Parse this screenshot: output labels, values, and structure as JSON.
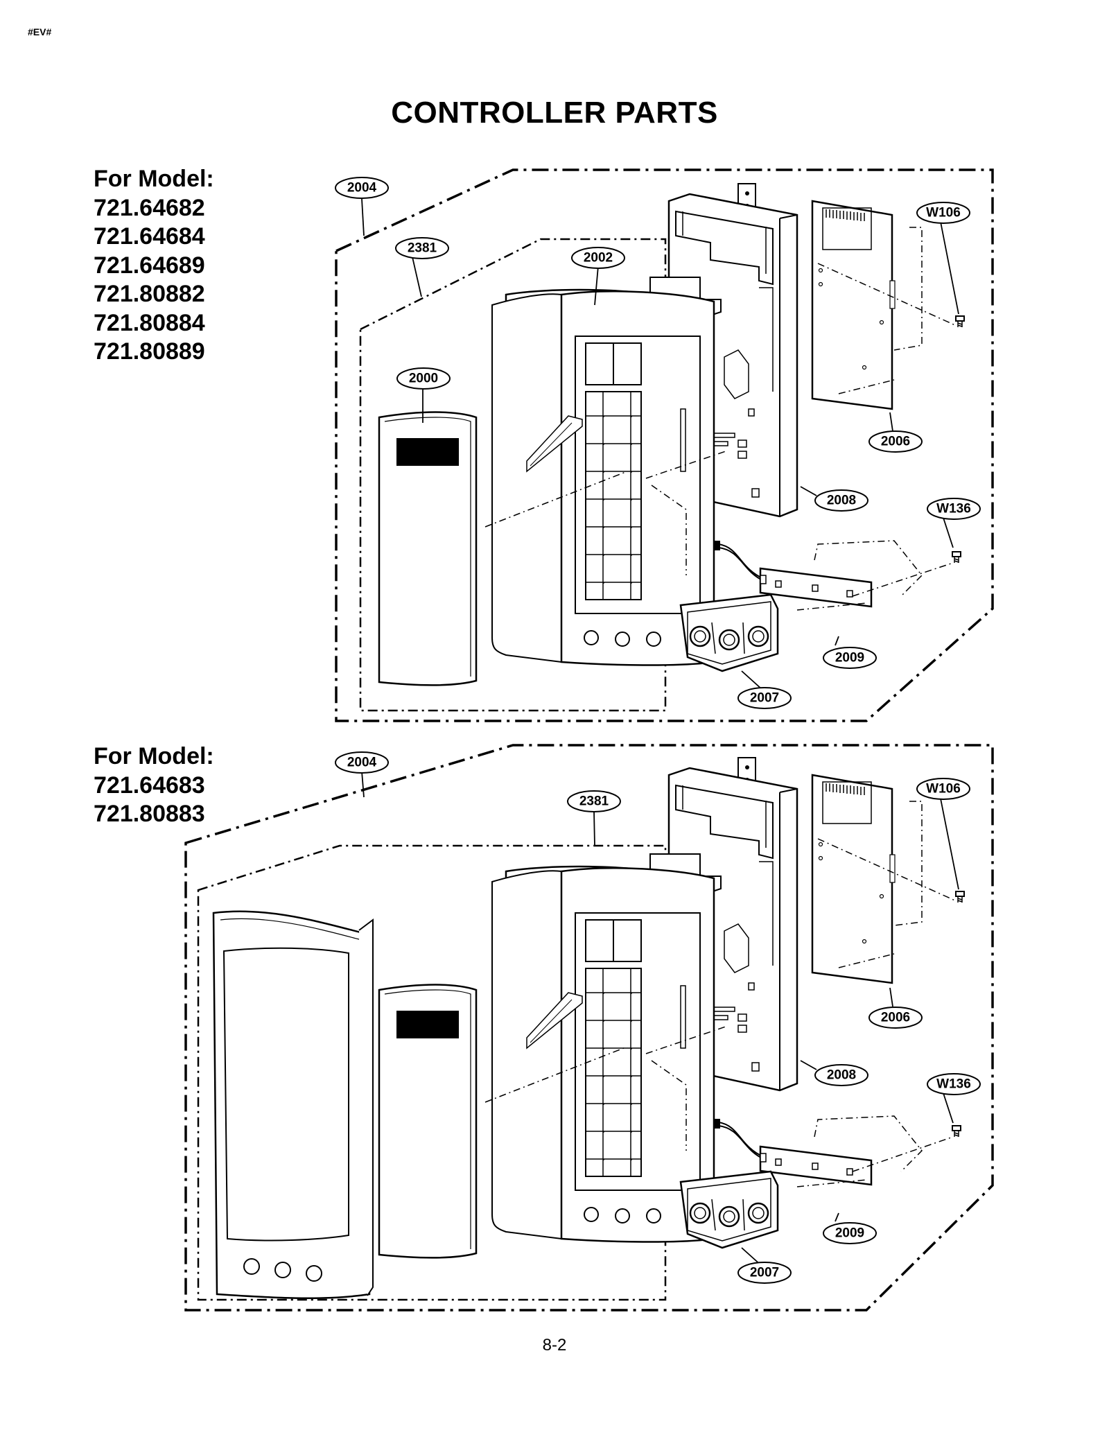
{
  "header": {
    "tag": "#EV#",
    "title": "CONTROLLER PARTS"
  },
  "groups": [
    {
      "heading": "For Model:",
      "models": [
        "721.64682",
        "721.64684",
        "721.64689",
        "721.80882",
        "721.80884",
        "721.80889"
      ],
      "callouts": [
        "2004",
        "2381",
        "2002",
        "2000",
        "W106",
        "2006",
        "2008",
        "W136",
        "2009",
        "2007"
      ]
    },
    {
      "heading": "For Model:",
      "models": [
        "721.64683",
        "721.80883"
      ],
      "callouts": [
        "2004",
        "2381",
        "W106",
        "2006",
        "2008",
        "W136",
        "2009",
        "2007"
      ]
    }
  ],
  "footer": {
    "page_number": "8-2"
  }
}
